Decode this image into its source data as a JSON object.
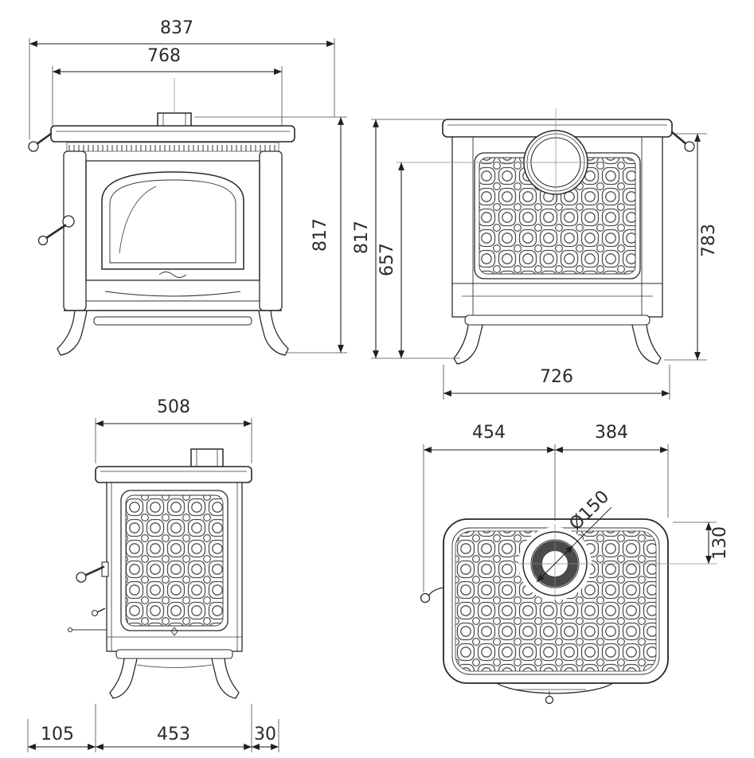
{
  "front_view": {
    "dims": {
      "overall_width": "837",
      "top_plate_width": "768",
      "overall_height": "817"
    }
  },
  "rear_view": {
    "dims": {
      "overall_height": "817",
      "flue_centre_height": "657",
      "body_height": "783",
      "base_width": "726"
    }
  },
  "side_view": {
    "dims": {
      "overall_depth": "508",
      "front_offset": "105",
      "base_depth": "453",
      "rear_offset": "30"
    }
  },
  "top_view": {
    "dims": {
      "flue_centre_from_left": "454",
      "flue_centre_to_right": "384",
      "flue_diameter": "Ø150",
      "flue_centre_from_rear": "130"
    }
  }
}
